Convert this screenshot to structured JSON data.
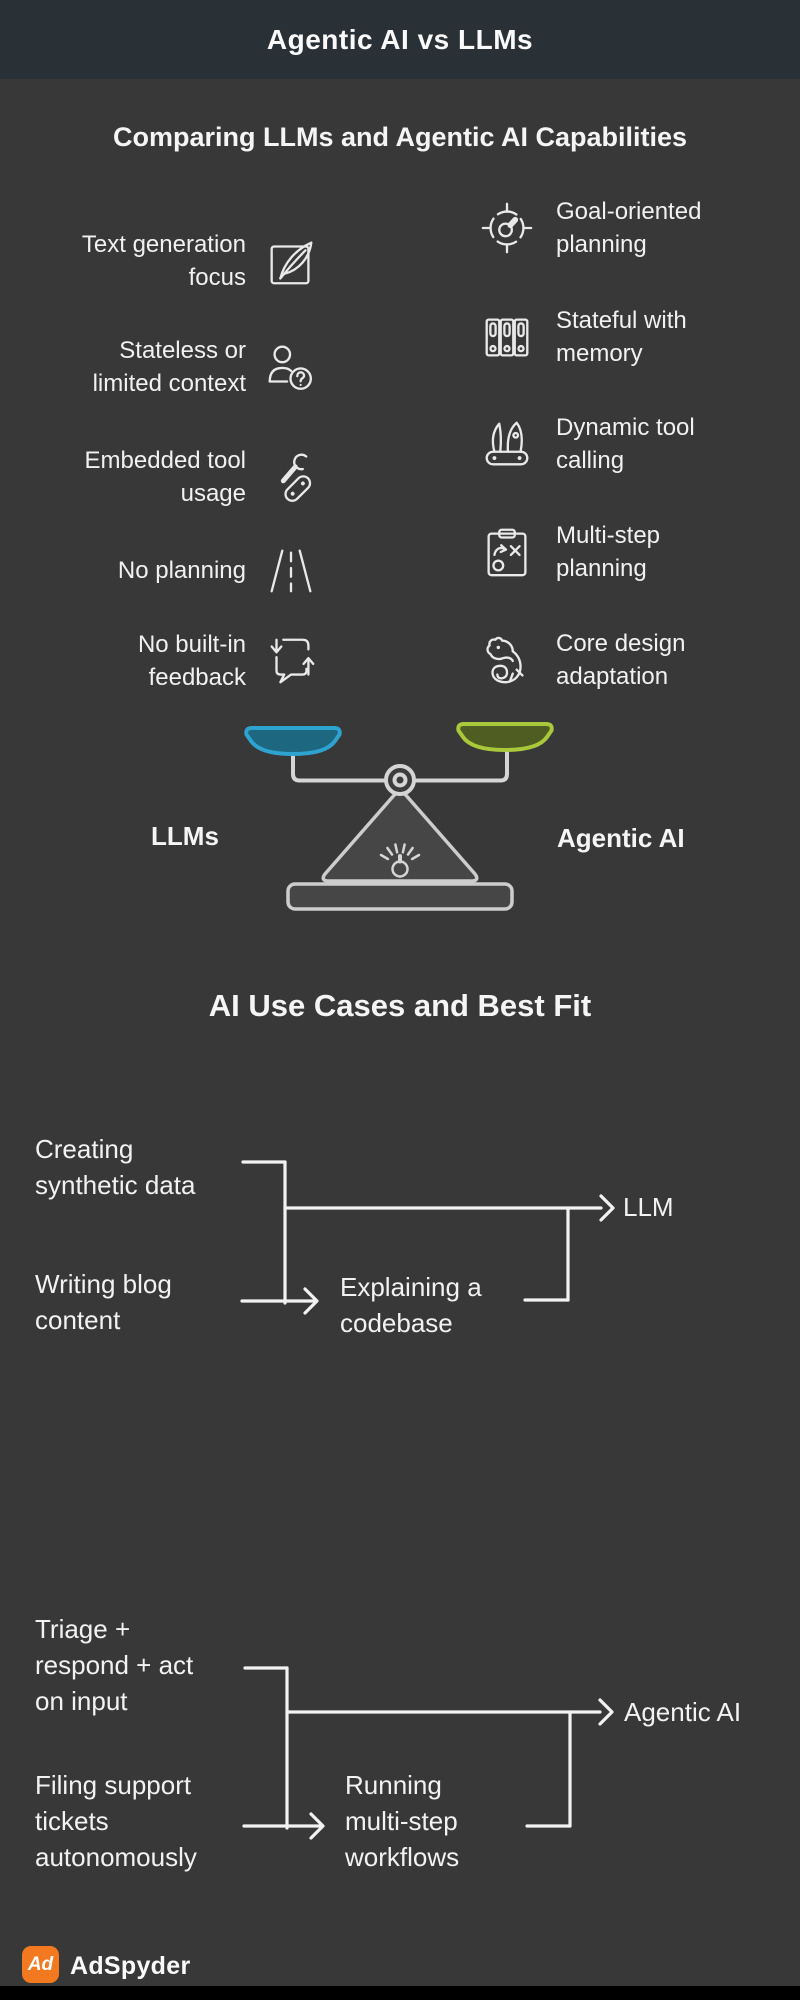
{
  "colors": {
    "body_bg": "#383838",
    "header_bg": "#293036",
    "text": "#f1f1f1",
    "llm_pan_stroke": "#2fa3cf",
    "llm_pan_fill": "#1d6780",
    "agentic_pan_stroke": "#a9c93b",
    "agentic_pan_fill": "#4f5d23",
    "brand_orange": "#f2791f"
  },
  "header": {
    "title": "Agentic AI vs LLMs"
  },
  "comparison": {
    "title": "Comparing LLMs and Agentic AI Capabilities",
    "llm_items": [
      {
        "label": "Text generation focus",
        "icon": "feather-square-icon",
        "lines": [
          "Text generation",
          "focus"
        ]
      },
      {
        "label": "Stateless or limited context",
        "icon": "person-question-icon",
        "lines": [
          "Stateless or",
          "limited context"
        ]
      },
      {
        "label": "Embedded tool usage",
        "icon": "wrench-link-icon",
        "lines": [
          "Embedded tool",
          "usage"
        ]
      },
      {
        "label": "No planning",
        "icon": "road-icon",
        "lines": [
          "No planning"
        ]
      },
      {
        "label": "No built-in feedback",
        "icon": "feedback-loop-icon",
        "lines": [
          "No built-in",
          "feedback"
        ]
      }
    ],
    "agentic_items": [
      {
        "label": "Goal-oriented planning",
        "icon": "target-icon",
        "lines": [
          "Goal-oriented",
          "planning"
        ]
      },
      {
        "label": "Stateful with memory",
        "icon": "binders-icon",
        "lines": [
          "Stateful with",
          "memory"
        ]
      },
      {
        "label": "Dynamic tool calling",
        "icon": "swiss-knife-icon",
        "lines": [
          "Dynamic tool",
          "calling"
        ]
      },
      {
        "label": "Multi-step planning",
        "icon": "strategy-clipboard-icon",
        "lines": [
          "Multi-step",
          "planning"
        ]
      },
      {
        "label": "Core design adaptation",
        "icon": "chameleon-icon",
        "lines": [
          "Core design",
          "adaptation"
        ]
      }
    ],
    "scale": {
      "left_label": "LLMs",
      "right_label": "Agentic AI",
      "left_pan_color": "#2fa3cf",
      "right_pan_color": "#a9c93b"
    }
  },
  "use_cases": {
    "title": "AI Use Cases and Best Fit",
    "flows": [
      {
        "target": "LLM",
        "input_top": {
          "lines": [
            "Creating",
            "synthetic data"
          ]
        },
        "input_bottom": {
          "lines": [
            "Writing blog",
            "content"
          ]
        },
        "middle": {
          "lines": [
            "Explaining a",
            "codebase"
          ]
        }
      },
      {
        "target": "Agentic AI",
        "input_top": {
          "lines": [
            "Triage +",
            "respond + act",
            "on input"
          ]
        },
        "input_bottom": {
          "lines": [
            "Filing support",
            "tickets",
            "autonomously"
          ]
        },
        "middle": {
          "lines": [
            "Running",
            "multi-step",
            "workflows"
          ]
        }
      }
    ]
  },
  "footer": {
    "logo_text": "Ad",
    "brand": "AdSpyder"
  }
}
